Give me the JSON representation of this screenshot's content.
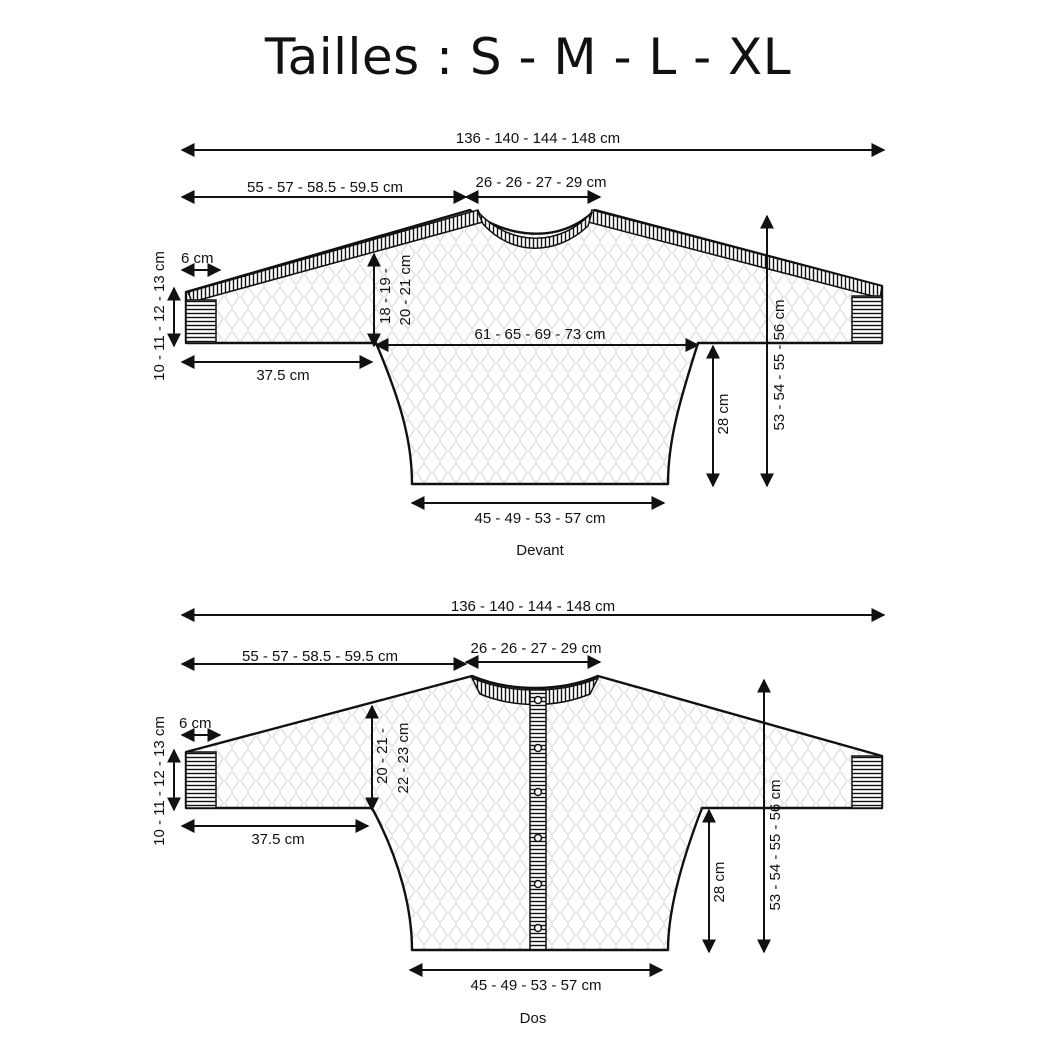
{
  "title": "Tailles : S - M - L - XL",
  "front": {
    "caption": "Devant",
    "total_width": "136 - 140 - 144 - 148 cm",
    "sleeve_top": "55 - 57 - 58.5 - 59.5 cm",
    "neck_width": "26 - 26 - 27 - 29 cm",
    "cuff_depth": "6 cm",
    "cuff_height": "10 - 11 - 12 - 13 cm",
    "sleeve_bottom": "37.5 cm",
    "armhole_line1": "18 - 19 -",
    "armhole_line2": "20 - 21 cm",
    "chest_width": "61 - 65 - 69 - 73 cm",
    "body_length": "28 cm",
    "total_length": "53 - 54 - 55 - 56 cm",
    "hem_width": "45 - 49 - 53 - 57 cm"
  },
  "back": {
    "caption": "Dos",
    "total_width": "136 - 140 - 144 - 148 cm",
    "sleeve_top": "55 - 57 - 58.5 - 59.5 cm",
    "neck_width": "26 - 26 - 27 - 29 cm",
    "cuff_depth": "6 cm",
    "cuff_height": "10 - 11 - 12 - 13 cm",
    "sleeve_bottom": "37.5 cm",
    "armhole_line1": "20 - 21 -",
    "armhole_line2": "22 - 23 cm",
    "body_length": "28 cm",
    "total_length": "53 - 54 - 55 - 56 cm",
    "hem_width": "45 - 49 - 53 - 57 cm"
  }
}
